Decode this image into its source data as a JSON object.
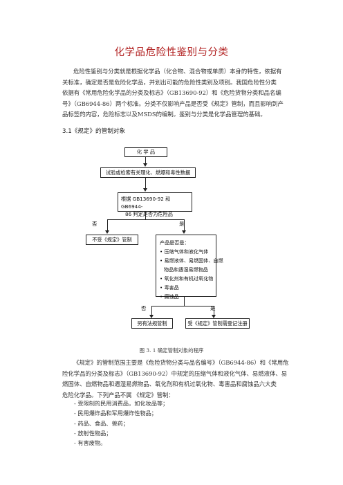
{
  "title": "化学品危险性鉴别与分类",
  "intro_lines": [
    "危险性鉴别与分类就是根据化学品（化合物、混合物或单质）本身的特性，依据有",
    "关标准，确定是否是危险化学品，并划出可能的危险性类别及项别。我国危险性分类",
    "依据有《常用危险化学品的分类及标志》（GB13690-92）和《危险货物分类和品名编",
    "号》（GB6944-86）两个标准。分类不仅影响产品是否受《规定》管制，而且影响到产",
    "品标签的内容，危险标志以及MSDS的编制。鉴别与分类是化学品管理的基础。"
  ],
  "section_heading": "3.1《规定》的管制对象",
  "flowchart": {
    "node_chemical": "化 学 品",
    "node_test": "试验或检索有关理化、燃爆和毒性数据",
    "node_judge_lines": [
      "根据 GB13690-92 和 GB6944-",
      "86 判定是否为危险品"
    ],
    "no_label_1": "否",
    "yes_label_1": "是",
    "node_not_controlled": "不受《规定》管制",
    "node_check_lines": [
      "产品是否是：",
      "• 压缩气体和液化气体",
      "• 易燃液体、易燃固体、自燃",
      "  物品和遇湿易燃物品",
      "• 氧化剂和有机过氧化物",
      "• 毒害品",
      "• 腐蚀品"
    ],
    "no_label_2": "否",
    "yes_label_2": "是",
    "node_other_law": "另有法规管制",
    "node_register": "受《规定》管制需登记注册"
  },
  "caption": "图 3. 1  确定管制对象的程序",
  "scope_lines": [
    "《规定》的管制范围主要是《危险货物分类与品名编号》（GB6944-86）和《常用危",
    "险化学品的分类及标志》（GB13690-92）中规定的压缩气体和液化气体、易燃液体、易",
    "燃固体、自燃物品和遇湿易燃物品、氧化剂和有机过氧化物、毒害品和腐蚀品六大类",
    "危险化学品。下列产品不属 《规定》管制："
  ],
  "excluded_items": [
    "- 受限制的民用消费品，如化妆品等；",
    "- 民用爆炸品和军用爆炸性物品；",
    "- 药品、食品、兽药；",
    "- 放射性物品；",
    "- 有害废物。"
  ]
}
